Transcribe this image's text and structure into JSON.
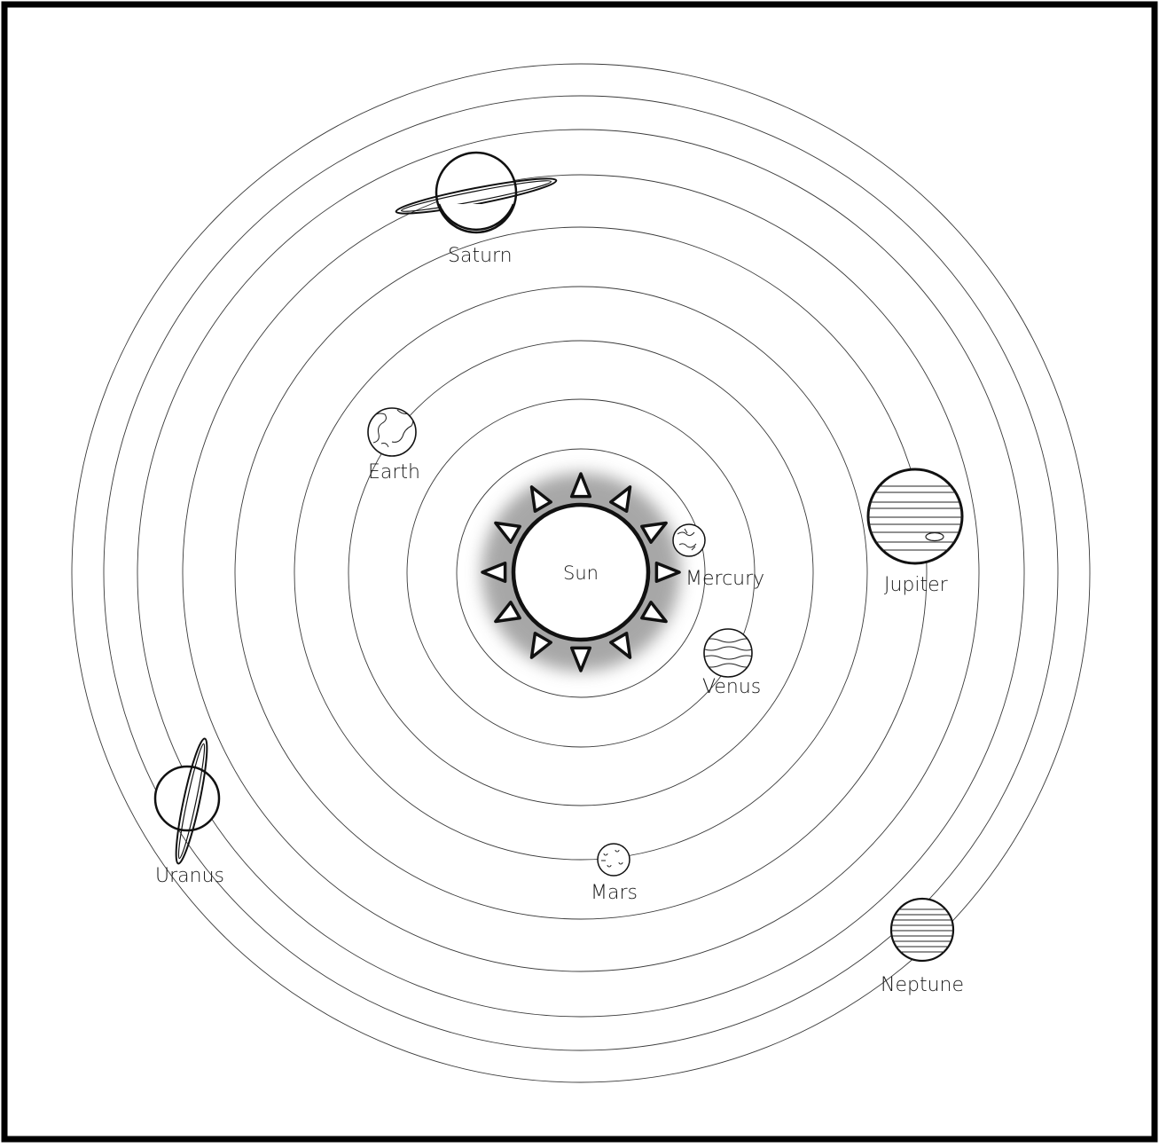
{
  "diagram": {
    "bodies": {
      "sun": "Sun",
      "mercury": "Mercury",
      "venus": "Venus",
      "earth": "Earth",
      "mars": "Mars",
      "jupiter": "Jupiter",
      "saturn": "Saturn",
      "uranus": "Uranus",
      "neptune": "Neptune"
    },
    "orbit_count": 9,
    "colors": {
      "ink": "#111111",
      "background": "#ffffff",
      "sun_glow": "#8a8a8a"
    },
    "icons": {
      "sun": "sun-icon",
      "mercury": "mercury-icon",
      "venus": "venus-icon",
      "earth": "earth-icon",
      "mars": "mars-icon",
      "jupiter": "jupiter-icon",
      "saturn": "saturn-icon",
      "uranus": "uranus-icon",
      "neptune": "neptune-icon"
    }
  }
}
